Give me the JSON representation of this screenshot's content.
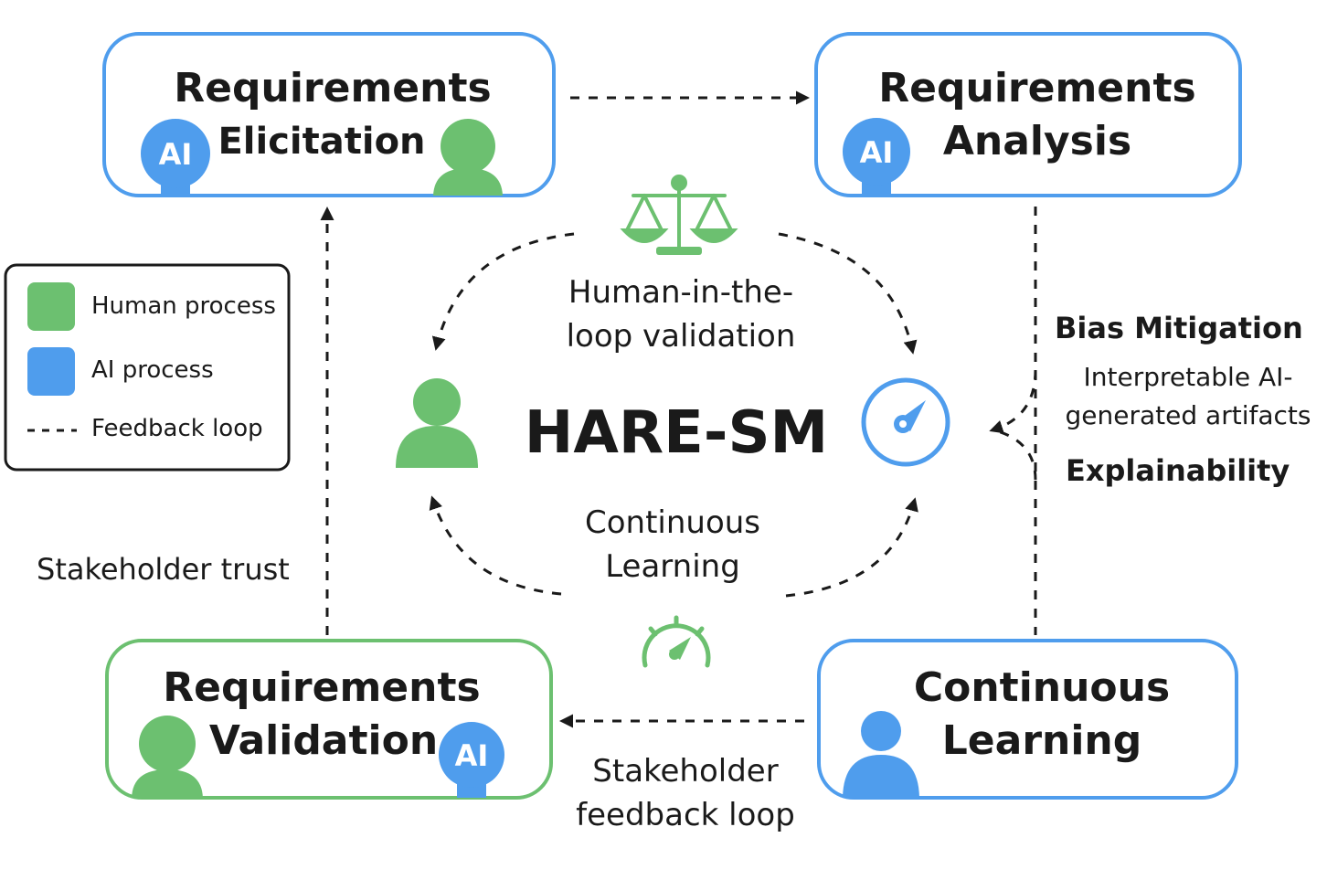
{
  "diagram": {
    "title": "HARE-SM",
    "stages": {
      "elicitation": {
        "line1": "Requirements",
        "line2": "Elicitation",
        "badges": [
          "AI",
          "human"
        ]
      },
      "analysis": {
        "line1": "Requirements",
        "line2": "Analysis",
        "badges": [
          "AI"
        ]
      },
      "validation": {
        "line1": "Requirements",
        "line2": "Validation",
        "badges": [
          "human",
          "AI"
        ]
      },
      "learning": {
        "line1": "Continuous",
        "line2": "Learning",
        "badges": [
          "human"
        ]
      }
    },
    "ai_badge_label": "AI",
    "center": {
      "top_label_1": "Human-in-the-",
      "top_label_2": "loop validation",
      "bottom_label_1": "Continuous",
      "bottom_label_2": "Learning"
    },
    "side_labels": {
      "bias_mitigation": "Bias Mitigation",
      "interpretable_1": "Interpretable AI-",
      "interpretable_2": "generated artifacts",
      "explainability": "Explainability",
      "stakeholder_trust": "Stakeholder trust",
      "feedback_loop_1": "Stakeholder",
      "feedback_loop_2": "feedback loop"
    },
    "legend": {
      "items": [
        {
          "label": "Human process",
          "color": "#6cc070"
        },
        {
          "label": "AI process",
          "color": "#4f9ded"
        },
        {
          "label": "Feedback loop",
          "style": "dashed"
        }
      ]
    },
    "icons": [
      "scale-icon",
      "person-icon",
      "compass-icon",
      "gauge-icon"
    ],
    "colors": {
      "green": "#6cc070",
      "blue": "#4f9ded",
      "dark": "#1a1a1a"
    }
  }
}
